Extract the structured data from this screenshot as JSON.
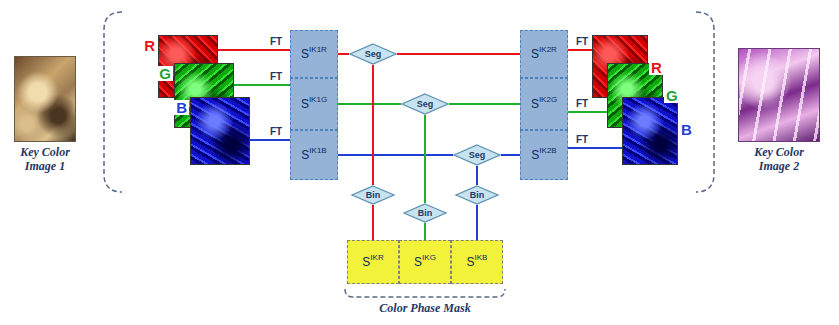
{
  "diagram": {
    "nodes": [
      {
        "text": [
          "Key Color Image 1"
        ]
      },
      {
        "text": [
          "R"
        ]
      },
      {
        "text": [
          "G"
        ]
      },
      {
        "text": [
          "B"
        ]
      },
      {
        "text": [
          "S",
          "IK1R"
        ]
      },
      {
        "text": [
          "S",
          "IK1G"
        ]
      },
      {
        "text": [
          "S",
          "IK1B"
        ]
      },
      {
        "text": [
          "Seg"
        ]
      },
      {
        "text": [
          "Seg"
        ]
      },
      {
        "text": [
          "Seg"
        ]
      },
      {
        "text": [
          "S",
          "IK2R"
        ]
      },
      {
        "text": [
          "S",
          "IK2G"
        ]
      },
      {
        "text": [
          "S",
          "IK2B"
        ]
      },
      {
        "text": [
          "R"
        ]
      },
      {
        "text": [
          "G"
        ]
      },
      {
        "text": [
          "B"
        ]
      },
      {
        "text": [
          "Bin"
        ]
      },
      {
        "text": [
          "Bin"
        ]
      },
      {
        "text": [
          "Bin"
        ]
      },
      {
        "text": [
          "S",
          "IKR"
        ]
      },
      {
        "text": [
          "S",
          "IKG"
        ]
      },
      {
        "text": [
          "S",
          "IKB"
        ]
      },
      {
        "text": [
          "Key Color Image 2"
        ]
      }
    ],
    "edges": [
      {
        "from": 1,
        "to": 4,
        "label": "FT",
        "arrow": "none"
      },
      {
        "from": 2,
        "to": 5,
        "label": "FT",
        "arrow": "none"
      },
      {
        "from": 3,
        "to": 6,
        "label": "FT",
        "arrow": "none"
      },
      {
        "from": 4,
        "to": 7,
        "arrow": "none"
      },
      {
        "from": 7,
        "to": 10,
        "arrow": "none"
      },
      {
        "from": 5,
        "to": 8,
        "arrow": "none"
      },
      {
        "from": 8,
        "to": 11,
        "arrow": "none"
      },
      {
        "from": 6,
        "to": 9,
        "arrow": "none"
      },
      {
        "from": 9,
        "to": 12,
        "arrow": "none"
      },
      {
        "from": 7,
        "to": 16,
        "arrow": "none"
      },
      {
        "from": 16,
        "to": 19,
        "arrow": "none"
      },
      {
        "from": 8,
        "to": 17,
        "arrow": "none"
      },
      {
        "from": 17,
        "to": 20,
        "arrow": "none"
      },
      {
        "from": 9,
        "to": 18,
        "arrow": "none"
      },
      {
        "from": 18,
        "to": 21,
        "arrow": "none"
      },
      {
        "from": 13,
        "to": 10,
        "label": "FT",
        "arrow": "none"
      },
      {
        "from": 14,
        "to": 11,
        "label": "FT",
        "arrow": "none"
      },
      {
        "from": 15,
        "to": 12,
        "label": "FT",
        "arrow": "none"
      }
    ],
    "labels": [
      "Color Phase Mask"
    ]
  }
}
